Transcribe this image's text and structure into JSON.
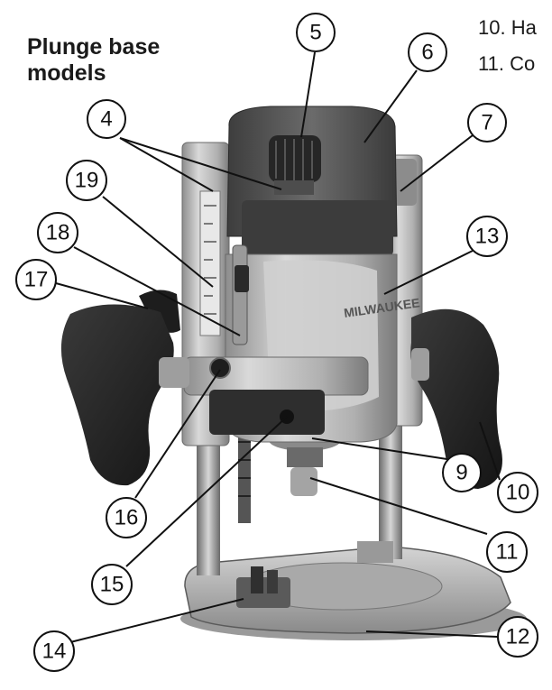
{
  "heading": {
    "line1": "Plunge base",
    "line2": "models"
  },
  "legend": {
    "line10": "10. Ha",
    "line11": "11. Co"
  },
  "callouts": [
    "4",
    "5",
    "6",
    "7",
    "9",
    "10",
    "11",
    "12",
    "13",
    "14",
    "15",
    "16",
    "17",
    "18",
    "19"
  ],
  "brand_text": "MILWAUKEE",
  "colors": {
    "background": "#ffffff",
    "ink": "#111111",
    "grip": "#2b2b2b",
    "body": "#b5b5b5",
    "motor": "#4a4a4a"
  }
}
